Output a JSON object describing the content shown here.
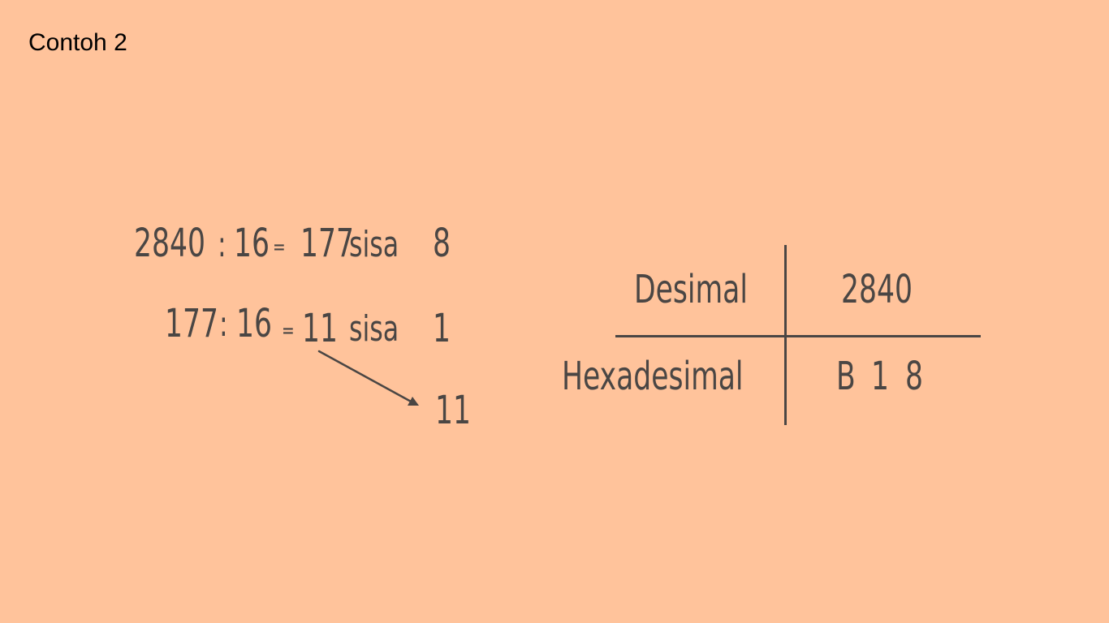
{
  "slide": {
    "title": "Contoh 2",
    "background": "#ffc39b",
    "ink": "#4a4644"
  },
  "division": {
    "row1": {
      "dividend": "2840",
      "op": ":",
      "divisor": "16",
      "eq": "=",
      "quotient": "177",
      "remainder_label": "sisa",
      "remainder": "8"
    },
    "row2": {
      "dividend": "177",
      "op": ":",
      "divisor": "16",
      "eq": "=",
      "quotient": "11",
      "remainder_label": "sisa",
      "remainder": "1"
    },
    "carried": "11"
  },
  "conversion_table": {
    "row1": {
      "label": "Desimal",
      "value": "2840"
    },
    "row2": {
      "label": "Hexadesimal",
      "digits": [
        "B",
        "1",
        "8"
      ]
    }
  }
}
